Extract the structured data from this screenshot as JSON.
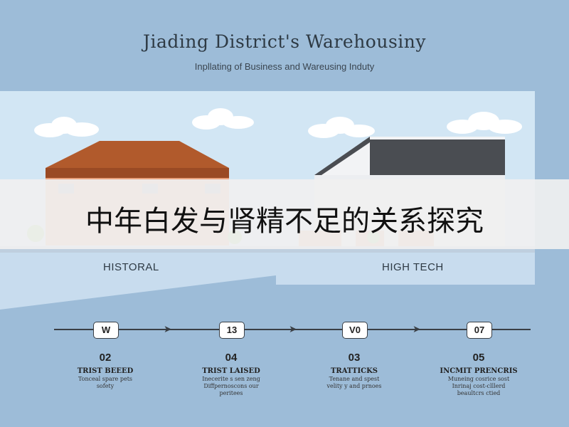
{
  "header": {
    "title": "Jiading District's Warehousiny",
    "subtitle": "Inpllating of Business and Wareusing Induty"
  },
  "banner": {
    "text": "中年白发与肾精不足的关系探究"
  },
  "captions": {
    "left": "HISTORAL",
    "right": "HIGH TECH"
  },
  "timeline": {
    "steps": [
      {
        "node": "W",
        "num": "02",
        "label": "TRIST BEEED",
        "desc": "Tonceal spare pets\nsofety"
      },
      {
        "node": "13",
        "num": "04",
        "label": "TRIST LAISED",
        "desc": "Inecerite s sen zeng\nDiffpernoscons our\nperitees"
      },
      {
        "node": "V0",
        "num": "03",
        "label": "TRATTICKS",
        "desc": "Tenane and spest\nvelity y and prnoes"
      },
      {
        "node": "07",
        "num": "05",
        "label": "INCMIT PRENCRIS",
        "desc": "Muneing cosrice sost\nInrinaj cost-clllerd\nbeaultcrs ctied"
      }
    ]
  },
  "colors": {
    "background": "#9dbcd8",
    "roof": "#b15a2c",
    "warehouse_wall": "#e8a07c",
    "modern_dark": "#4a4d52"
  }
}
